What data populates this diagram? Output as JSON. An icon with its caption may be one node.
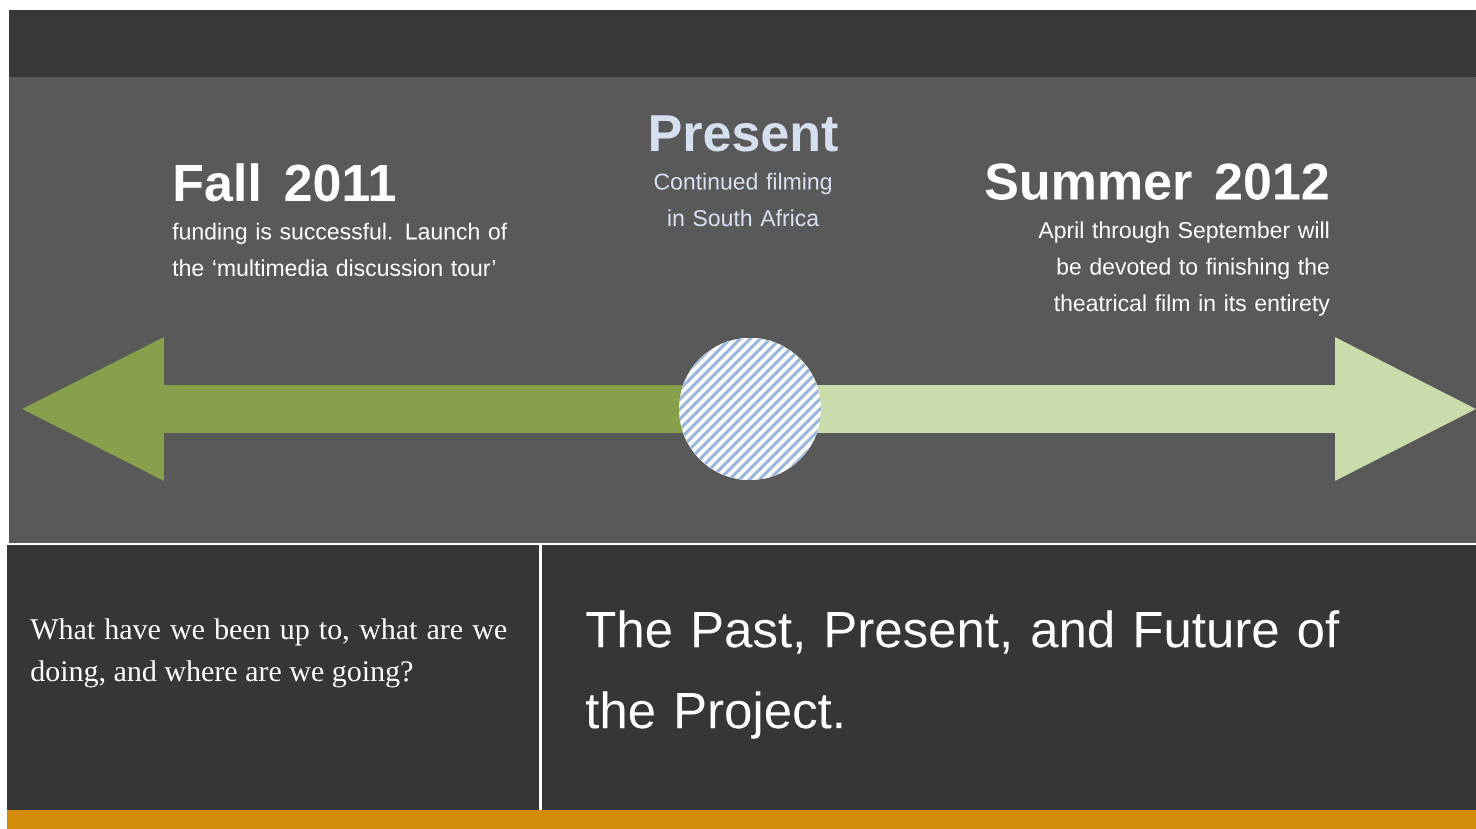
{
  "diagram": {
    "title": "The Past, Present, and Future of the Project.",
    "nodes": [
      {
        "text": [
          "Fall 2011",
          "funding is successful. Launch of the ‘multimedia discussion tour’"
        ]
      },
      {
        "text": [
          "Present",
          "Continued filming in South Africa"
        ]
      },
      {
        "text": [
          "Summer 2012",
          "April through September will be devoted to finishing the theatrical film in its entirety"
        ]
      },
      {
        "text": [],
        "shape": "circle"
      }
    ],
    "edges": [
      {
        "from": 3,
        "to": null,
        "arrow": "to",
        "style": "thick",
        "color": "#88a04c"
      },
      {
        "from": 3,
        "to": null,
        "arrow": "to",
        "style": "thick",
        "color": "#cbdcac"
      }
    ],
    "labels": [
      "What have we been up to, what are we doing, and where are we going?"
    ]
  }
}
